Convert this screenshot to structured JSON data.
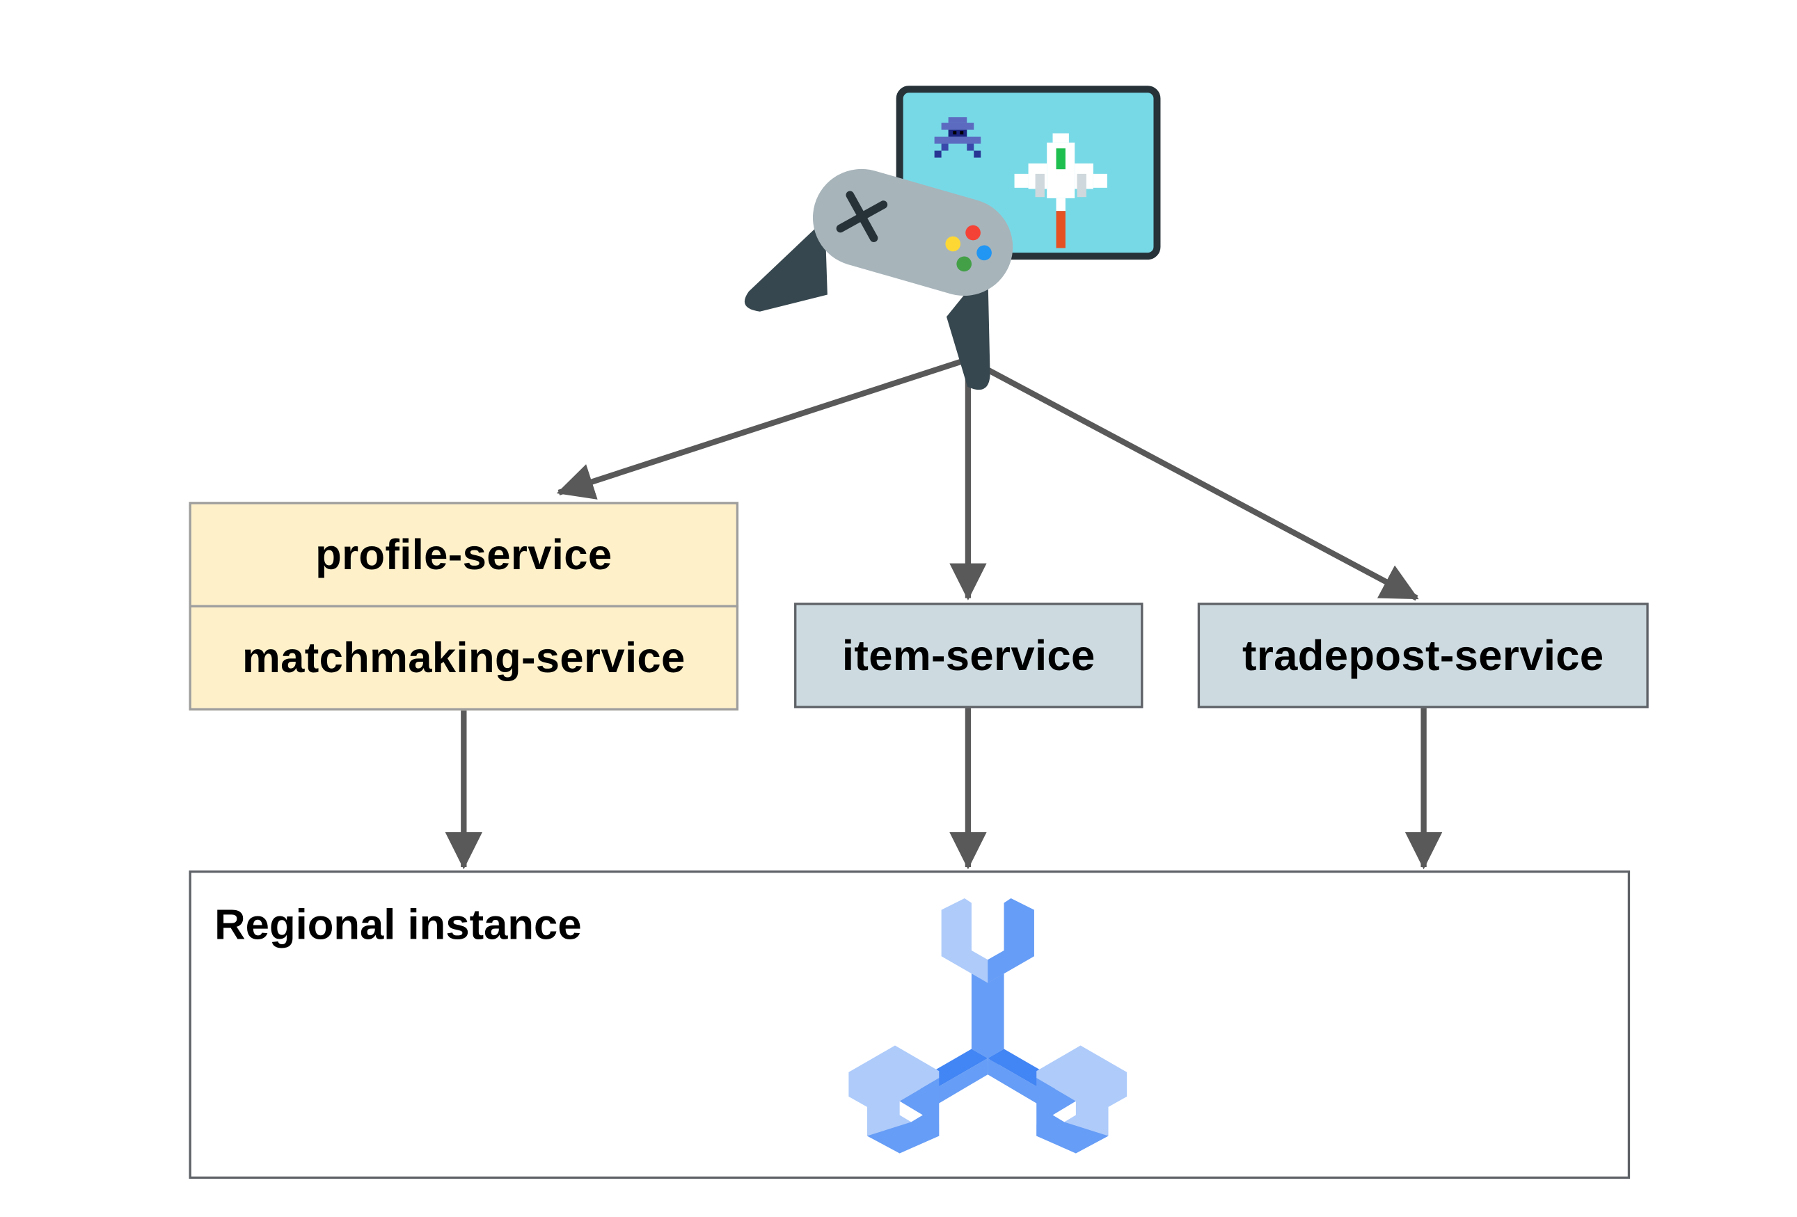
{
  "services": {
    "profile": "profile-service",
    "matchmaking": "matchmaking-service",
    "item": "item-service",
    "tradepost": "tradepost-service"
  },
  "database": {
    "label": "Regional instance",
    "icon": "spanner-icon"
  },
  "client": {
    "icon": "game-client-icon"
  },
  "colors": {
    "arrow": "#595959",
    "service_yellow": "#fef0c9",
    "service_blue": "#cddbe1",
    "icon_blue_light": "#aecbfa",
    "icon_blue_mid": "#669df6",
    "icon_blue_dark": "#4285f4"
  }
}
